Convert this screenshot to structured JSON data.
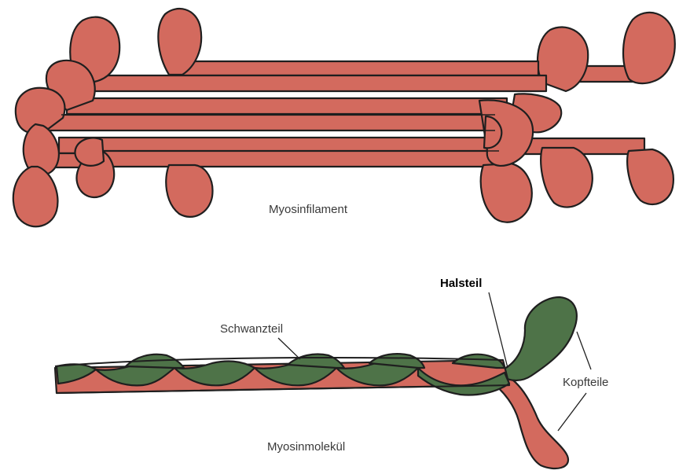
{
  "labels": {
    "filament": "Myosinfilament",
    "tail": "Schwanzteil",
    "neck": "Halsteil",
    "heads": "Kopfteile",
    "molecule": "Myosinmolekül"
  },
  "colors": {
    "myosin_red": "#d36a5e",
    "myosin_green": "#4e7348",
    "outline": "#1f1f1f",
    "background": "#ffffff"
  }
}
